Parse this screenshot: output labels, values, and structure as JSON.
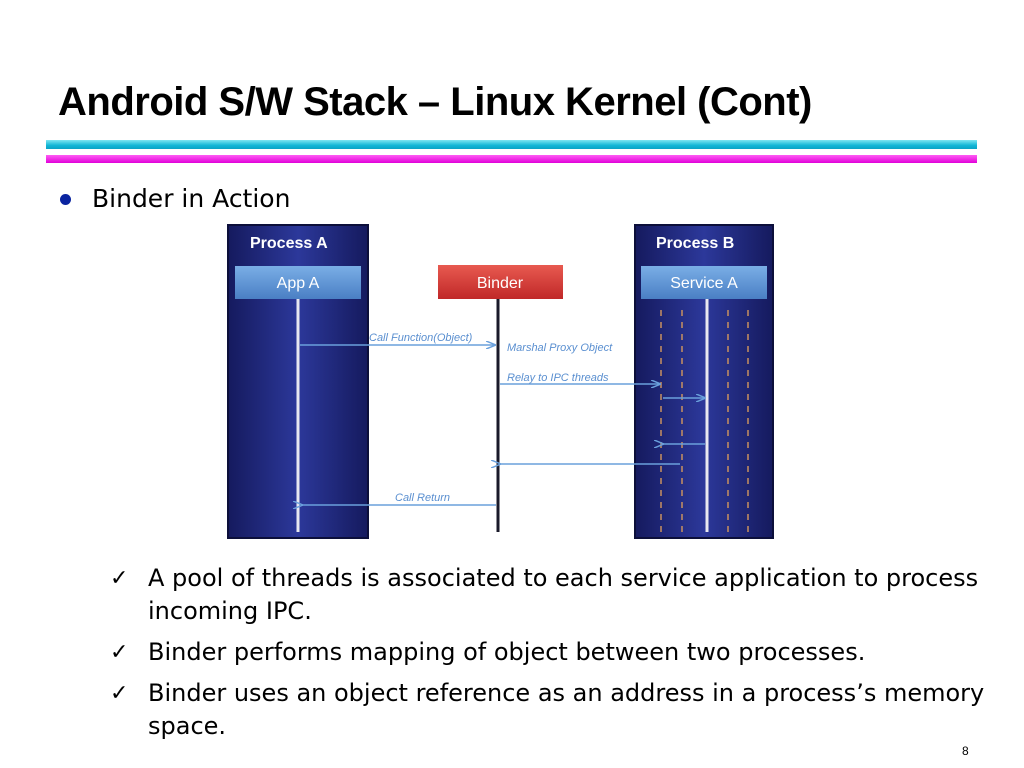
{
  "slide": {
    "title": "Android S/W Stack – Linux Kernel (Cont)",
    "bullet": "Binder in Action",
    "page_number": "8"
  },
  "diagram": {
    "process_a_label": "Process A",
    "app_a_label": "App A",
    "binder_label": "Binder",
    "process_b_label": "Process B",
    "service_a_label": "Service A",
    "call_function_label": "Call Function(Object)",
    "marshal_label": "Marshal  Proxy  Object",
    "relay_label": "Relay to IPC threads",
    "call_return_label": "Call Return"
  },
  "points": [
    "A pool of threads is associated to each service application to process incoming IPC.",
    "Binder performs mapping of object between two processes.",
    "Binder uses an object reference as an address in a process’s memory space."
  ],
  "colors": {
    "panel_dark": "#1a2070",
    "panel_light": "#2e3a9c",
    "box_blue": "#5a8fd0",
    "binder_red": "#d23a3a",
    "arrow": "#6aa0dc",
    "dash": "#c89060"
  }
}
